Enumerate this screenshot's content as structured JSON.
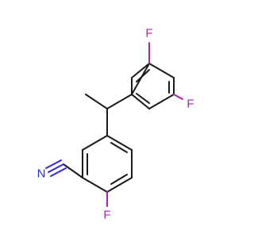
{
  "molecule": {
    "atoms": {
      "f_top": "F",
      "f_right": "F",
      "f_bottom": "F",
      "nitrogen": "N"
    },
    "colors": {
      "bond": "#1a1a1a",
      "fluorine": "#b01eb0",
      "nitrogen": "#2b2bd6",
      "background": "#ffffff"
    }
  }
}
